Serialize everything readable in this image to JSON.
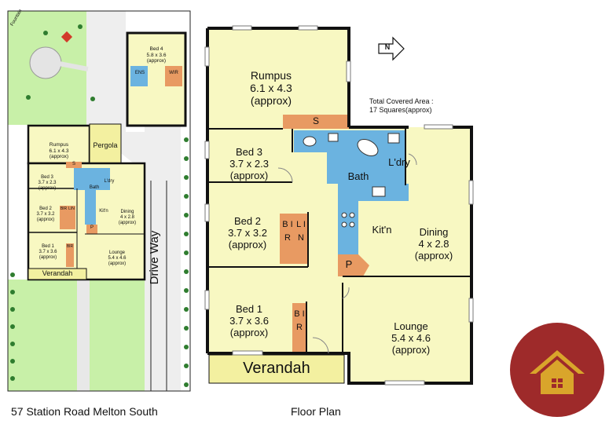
{
  "site_plan": {
    "labels": {
      "fountain": "Fountain",
      "bed4": "Bed 4",
      "bed4_dim": "5.8 x 3.6",
      "bed4_approx": "(approx)",
      "ens": "ENS",
      "wir": "WIR",
      "rumpus": "Rumpus",
      "rumpus_dim": "6.1 x 4.3",
      "rumpus_approx": "(approx)",
      "pergola": "Pergola",
      "s": "S",
      "bed3": "Bed 3",
      "bed3_dim": "3.7 x 2.3",
      "bed3_approx": "(approx)",
      "bath": "Bath",
      "ldry": "L'dry",
      "bed2": "Bed 2",
      "bed2_dim": "3.7 x 3.2",
      "bed2_approx": "(approx)",
      "bir": "BIR",
      "lin": "LIN",
      "kitn": "Kit'n",
      "dining": "Dining",
      "dining_dim": "4 x 2.8",
      "dining_approx": "(approx)",
      "p": "P",
      "bed1": "Bed 1",
      "bed1_dim": "3.7 x 3.6",
      "bed1_approx": "(approx)",
      "lounge": "Lounge",
      "lounge_dim": "5.4 x 4.6",
      "lounge_approx": "(approx)",
      "verandah": "Verandah",
      "driveway": "Drive Way"
    },
    "caption": "57 Station Road Melton South"
  },
  "floor_plan": {
    "rooms": {
      "rumpus": {
        "name": "Rumpus",
        "dim": "6.1 x 4.3",
        "approx": "(approx)"
      },
      "bed3": {
        "name": "Bed 3",
        "dim": "3.7 x 2.3",
        "approx": "(approx)"
      },
      "bed2": {
        "name": "Bed 2",
        "dim": "3.7 x 3.2",
        "approx": "(approx)"
      },
      "bed1": {
        "name": "Bed 1",
        "dim": "3.7 x 3.6",
        "approx": "(approx)"
      },
      "dining": {
        "name": "Dining",
        "dim": "4 x 2.8",
        "approx": "(approx)"
      },
      "lounge": {
        "name": "Lounge",
        "dim": "5.4 x 4.6",
        "approx": "(approx)"
      }
    },
    "small_labels": {
      "s": "S",
      "bath": "Bath",
      "ldry": "L'dry",
      "kitn": "Kit'n",
      "p": "P",
      "bir_upper": "B I R",
      "lin": "L I N",
      "bir_lower": "B I R",
      "verandah": "Verandah"
    },
    "north": "N",
    "covered_area_label": "Total Covered Area :",
    "covered_area_value": "17 Squares(approx)",
    "caption": "Floor Plan"
  },
  "colors": {
    "room_fill": "#f8f8c2",
    "wall": "#111111",
    "wet_area": "#6bb3e0",
    "storage": "#e89a62",
    "verandah": "#f3f0a0",
    "lawn": "#c8f0a8",
    "paving": "#eeeeee",
    "logo_red": "#9e2a2a",
    "logo_gold": "#d9a52b"
  },
  "icons": {
    "north_arrow": "north-arrow-icon",
    "logo": "house-logo-icon"
  }
}
